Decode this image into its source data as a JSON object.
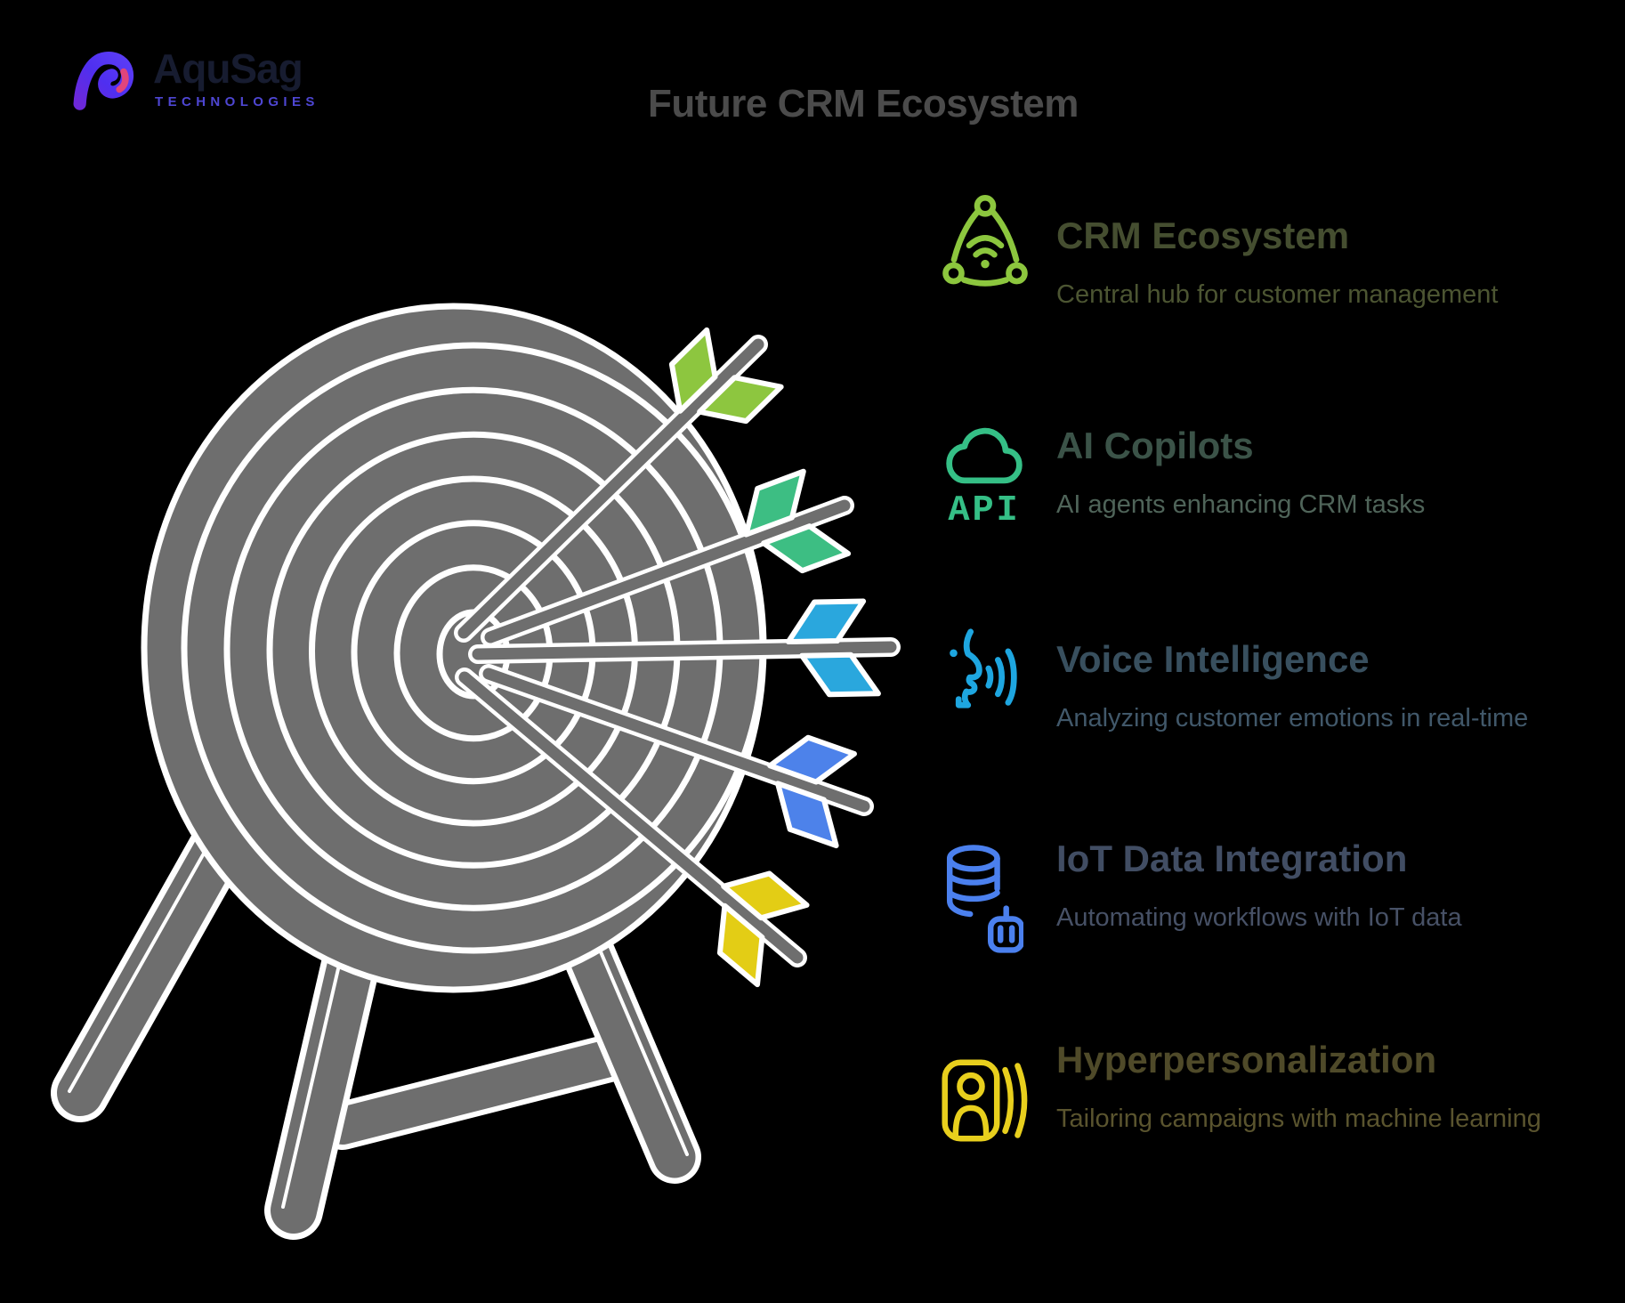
{
  "logo": {
    "brand": "AquSag",
    "tagline": "TECHNOLOGIES"
  },
  "title": "Future CRM Ecosystem",
  "items": [
    {
      "heading": "CRM Ecosystem",
      "description": "Central hub for customer management",
      "icon": "network-icon",
      "color": "#8cc63e",
      "heading_color": "#454e30",
      "description_color": "#4c5532"
    },
    {
      "heading": "AI Copilots",
      "description": "AI agents enhancing CRM tasks",
      "icon": "cloud-api-icon",
      "api_label": "API",
      "color": "#35bf86",
      "heading_color": "#3b5348",
      "description_color": "#4f6459"
    },
    {
      "heading": "Voice Intelligence",
      "description": "Analyzing customer emotions in real-time",
      "icon": "voice-profile-icon",
      "color": "#1ea6e0",
      "heading_color": "#384f5e",
      "description_color": "#41586a"
    },
    {
      "heading": "IoT Data Integration",
      "description": "Automating workflows with IoT data",
      "icon": "iot-database-icon",
      "color": "#4b80ee",
      "heading_color": "#414d63",
      "description_color": "#475166"
    },
    {
      "heading": "Hyperpersonalization",
      "description": "Tailoring campaigns with machine learning",
      "icon": "person-card-icon",
      "color": "#e8cf1d",
      "heading_color": "#4f4a29",
      "description_color": "#5a542e"
    }
  ],
  "target": {
    "board_color": "#6e6e6e",
    "outline_color": "#ffffff",
    "arrow_colors": [
      "#8dc63f",
      "#3dbe83",
      "#2aa7dd",
      "#4d82ea",
      "#e3cd15"
    ]
  }
}
